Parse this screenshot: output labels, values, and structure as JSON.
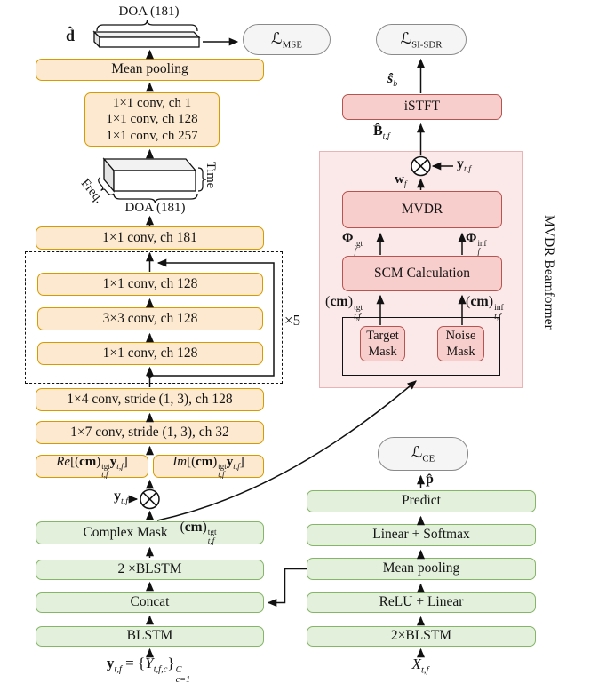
{
  "left_column": {
    "doa_label_top": "DOA (181)",
    "d_hat": "<b>d̂</b>",
    "loss_mse": "ℒ<sub class='r'>MSE</sub>",
    "mean_pooling": "Mean pooling",
    "conv_stack": [
      "1×1 conv, ch 1",
      "1×1 conv, ch 128",
      "1×1 conv, ch 257"
    ],
    "freq_label": "Freq.",
    "time_label": "Time",
    "doa_label_mid": "DOA (181)",
    "conv_181": "1×1 conv, ch 181",
    "res_block": {
      "conv_top": "1×1 conv, ch 128",
      "conv_mid": "3×3 conv, ch 128",
      "conv_bot": "1×1 conv, ch 128",
      "repeat": "×5"
    },
    "conv_1x4": "1×4 conv, stride (1, 3), ch 128",
    "conv_1x7": "1×7 conv, stride (1, 3), ch 32",
    "re_part": "<i>Re</i>[(<b>cm</b>)<span class='ss'><span class='r'>tgt</span><span class='i'>t,f</span></span><b>y</b><sub class='i'>t,f</sub>]",
    "im_part": "<i>Im</i>[(<b>cm</b>)<span class='ss'><span class='r'>tgt</span><span class='i'>t,f</span></span><b>y</b><sub class='i'>t,f</sub>]",
    "y_tf": "<b>y</b><sub class='i'>t,f</sub>",
    "complex_mask": {
      "label": "Complex Mask",
      "cm": "(<b>cm</b>)<span class='ss'><span class='r'>tgt</span><span class='i'>t,f</span></span>"
    },
    "blstm_2x": "2 ×BLSTM",
    "concat": "Concat",
    "blstm": "BLSTM",
    "input_formula": "<b>y</b><sub class='i'>t,f</sub> = {<i>Y</i><sub class='i'>t,f,c</sub>}<span class='ss'><span class='i'>C</span><span class='i'>c=1</span></span>"
  },
  "beamformer": {
    "loss_si_sdr": "ℒ<sub class='r'>SI-SDR</sub>",
    "s_hat_b": "<b><i>ŝ</i></b><sub class='i'>b</sub>",
    "istft": "iSTFT",
    "b_hat": "<b>B̂</b><sub class='i'>t,f</sub>",
    "y_tf": "<b>y</b><sub class='i'>t,f</sub>",
    "w_f": "<b>w</b><sub class='i'>f</sub>",
    "mvdr": "MVDR",
    "phi_tgt": "<b>Φ</b><span class='ss'><span class='r'>tgt</span><span class='i'>f</span></span>",
    "phi_inf": "<b>Φ</b><span class='ss'><span class='r'>inf</span><span class='i'>f</span></span>",
    "scm": "SCM Calculation",
    "cm_tgt": "(<b>cm</b>)<span class='ss'><span class='r'>tgt</span><span class='i'>t,f</span></span>",
    "cm_inf": "(<b>cm</b>)<span class='ss'><span class='r'>inf</span><span class='i'>t,f</span></span>",
    "target_mask": "Target Mask",
    "noise_mask": "Noise Mask",
    "panel_label": "MVDR Beamformer"
  },
  "doa_branch": {
    "loss_ce": "ℒ<sub class='r'>CE</sub>",
    "p_hat": "<b>p̂</b>",
    "predict": "Predict",
    "linear_softmax": "Linear + Softmax",
    "mean_pooling": "Mean pooling",
    "relu_linear": "ReLU + Linear",
    "blstm_2x": "2×BLSTM",
    "x_tf": "<i>X</i><sub class='i'>t,f</sub>"
  },
  "colors": {
    "orange_fill": "#FCE9CF",
    "orange_stroke": "#D79B00",
    "green_fill": "#E2F0DC",
    "green_stroke": "#85B567",
    "red_fill": "#F8CECC",
    "red_stroke": "#B85450",
    "panel_fill": "#FBE9E9",
    "panel_stroke": "#E8B4B4",
    "pill_fill": "#F5F5F5",
    "pill_stroke": "#8A8A8A",
    "line": "#111111"
  }
}
